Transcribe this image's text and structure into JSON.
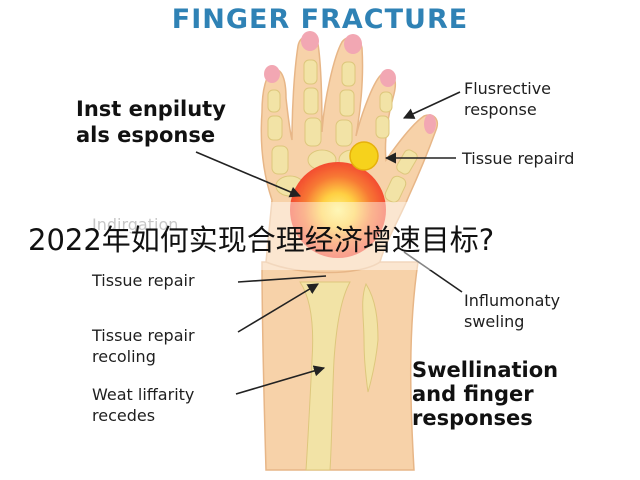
{
  "title": "FINGER FRACTURE",
  "labels": {
    "left_heading": [
      "Inst enpiluty",
      "als esponse"
    ],
    "flusrective": [
      "Flusrective",
      "response"
    ],
    "tissue_repaird": "Tissue repaird",
    "indirgation": "Indirgation",
    "tissue_repair": "Tissue repair",
    "influmonaty": [
      "Influmonaty",
      "sweling"
    ],
    "tissue_repair_recoling": [
      "Tissue repair",
      "recoling"
    ],
    "weat_liffarity": [
      "Weat liffarity",
      "recedes"
    ],
    "swellination": [
      "Swellination",
      "and finger",
      "responses"
    ]
  },
  "overlay_text": "2022年如何实现合理经济增速目标?",
  "colors": {
    "title": "#2f82b5",
    "skin": "#f7d2a9",
    "bone": "#f2e3a6",
    "nail": "#f2a7b3",
    "inflammation": "#f3452a",
    "marker": "#f6d21c"
  }
}
